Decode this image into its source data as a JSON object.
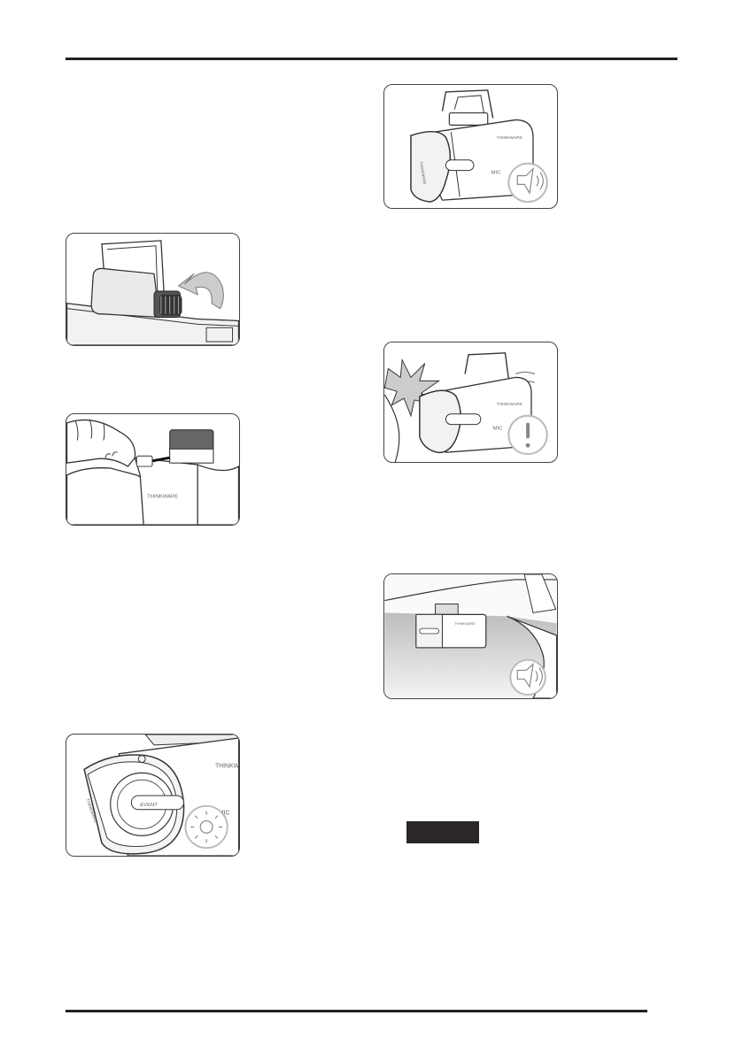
{
  "manual_page": {
    "illustrations": [
      {
        "id": "mount-knob",
        "depicts": "bracket-knob-rotation"
      },
      {
        "id": "power-connect",
        "depicts": "hands-plugging-cable"
      },
      {
        "id": "power-on-led",
        "depicts": "camera-front-with-light-icon"
      },
      {
        "id": "beep-on-mount",
        "depicts": "camera-on-bracket-with-sound-icon"
      },
      {
        "id": "impact-alert",
        "depicts": "camera-impact-with-alert-icon"
      },
      {
        "id": "installed-windshield",
        "depicts": "camera-in-car-with-sound-icon"
      }
    ],
    "brand_mark": "THINKWARE",
    "button_label": "EVENT",
    "mic_label": "MIC",
    "colors": {
      "rule": "#222222",
      "panel_border": "#444444",
      "badge": "#2b2726",
      "line_art": "#333333",
      "shade": "#d8d8d8"
    }
  }
}
